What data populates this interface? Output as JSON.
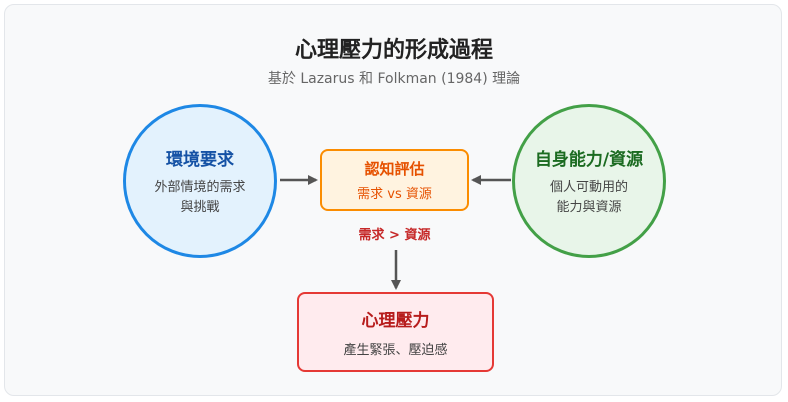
{
  "title": "心理壓力的形成過程",
  "subtitle": "基於 Lazarus 和 Folkman (1984) 理論",
  "left_node": {
    "heading": "環境要求",
    "lines": [
      "外部情境的需求",
      "與挑戰"
    ]
  },
  "right_node": {
    "heading": "自身能力/資源",
    "lines": [
      "個人可動用的",
      "能力與資源"
    ]
  },
  "center_node": {
    "heading": "認知評估",
    "detail": "需求 vs 資源"
  },
  "condition_label": "需求 > 資源",
  "outcome_node": {
    "heading": "心理壓力",
    "detail": "產生緊張、壓迫感"
  },
  "colors": {
    "environment": "#1e88e5",
    "resources": "#43a047",
    "appraisal": "#fb8c00",
    "stress": "#e53935",
    "arrow": "#555555"
  }
}
